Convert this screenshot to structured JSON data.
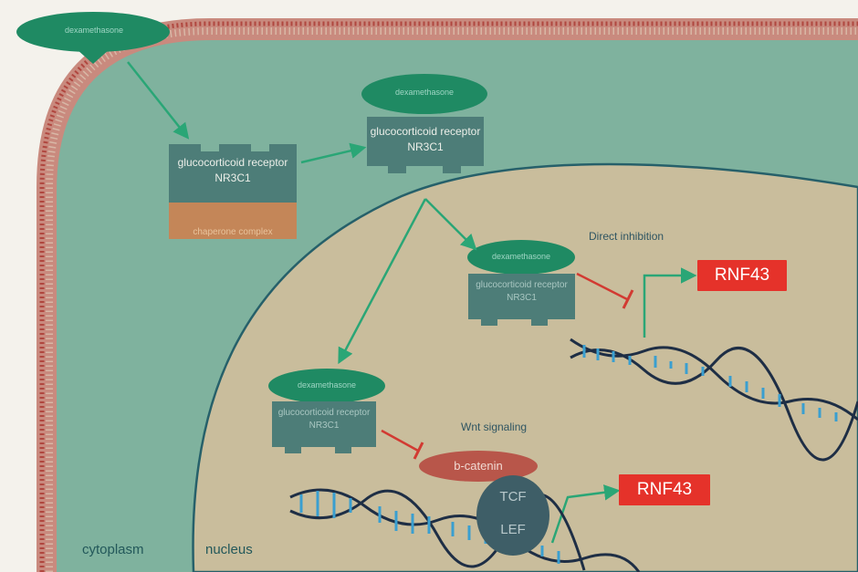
{
  "drug_outside": "dexamethasone",
  "drug_cytoplasm": "dexamethasone",
  "drug_direct": "dexamethasone",
  "drug_wnt": "dexamethasone",
  "receptor_1": "glucocorticoid receptor NR3C1",
  "receptor_2": "glucocorticoid receptor NR3C1",
  "receptor_3": "glucocorticoid receptor NR3C1",
  "receptor_4": "glucocorticoid receptor NR3C1",
  "chaperone": "chaperone complex",
  "direct_inhibition": "Direct inhibition",
  "wnt_signaling": "Wnt signaling",
  "rnf43_top": "RNF43",
  "rnf43_bottom": "RNF43",
  "beta_catenin": "b-catenin",
  "tcf": "TCF",
  "lef": "LEF",
  "cytoplasm": "cytoplasm",
  "nucleus": "nucleus",
  "colors": {
    "membrane": "#c98a7e",
    "cytoplasm": "#7fb29e",
    "nucleus": "#c9bd9c",
    "drug": "#1f8a63",
    "receptor": "#4d7d78",
    "arrow": "#2aa676",
    "inhibit": "#d23a32",
    "gene": "#e5322a"
  }
}
